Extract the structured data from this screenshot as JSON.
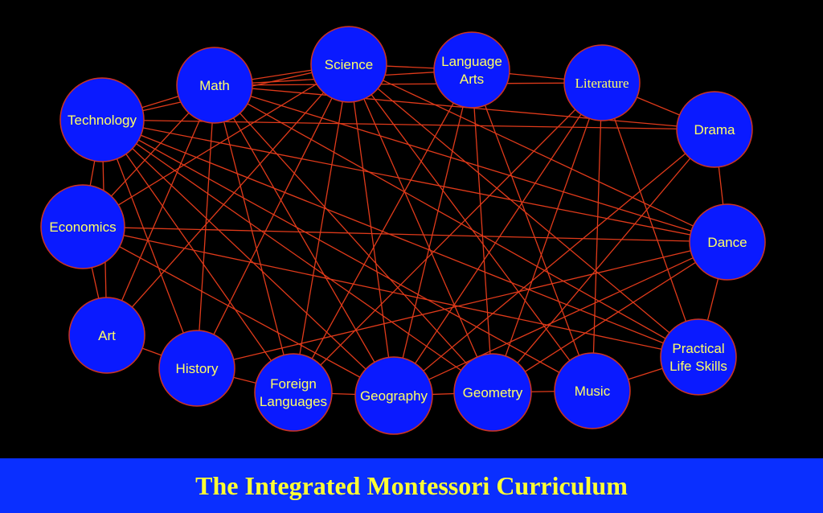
{
  "title": "The Integrated Montessori Curriculum",
  "colors": {
    "background": "#000000",
    "node_fill": "#0a1aff",
    "node_stroke": "#cc3322",
    "edge": "#e03a1a",
    "label": "#ffff66",
    "title_bar": "#0a2fff",
    "title_text": "#ffff33"
  },
  "nodes": [
    {
      "id": "technology",
      "lines": [
        "Technology"
      ]
    },
    {
      "id": "math",
      "lines": [
        "Math"
      ]
    },
    {
      "id": "science",
      "lines": [
        "Science"
      ]
    },
    {
      "id": "language-arts",
      "lines": [
        "Language",
        "Arts"
      ]
    },
    {
      "id": "literature",
      "lines": [
        "Literature"
      ],
      "serif": true
    },
    {
      "id": "drama",
      "lines": [
        "Drama"
      ]
    },
    {
      "id": "dance",
      "lines": [
        "Dance"
      ]
    },
    {
      "id": "practical-life-skills",
      "lines": [
        "Practical",
        "Life Skills"
      ]
    },
    {
      "id": "music",
      "lines": [
        "Music"
      ]
    },
    {
      "id": "geometry",
      "lines": [
        "Geometry"
      ]
    },
    {
      "id": "geography",
      "lines": [
        "Geography"
      ]
    },
    {
      "id": "foreign-languages",
      "lines": [
        "Foreign",
        "Languages"
      ]
    },
    {
      "id": "history",
      "lines": [
        "History"
      ]
    },
    {
      "id": "art",
      "lines": [
        "Art"
      ]
    },
    {
      "id": "economics",
      "lines": [
        "Economics"
      ]
    }
  ],
  "edges": [
    [
      0,
      1
    ],
    [
      1,
      2
    ],
    [
      2,
      3
    ],
    [
      3,
      4
    ],
    [
      4,
      5
    ],
    [
      5,
      6
    ],
    [
      6,
      7
    ],
    [
      7,
      8
    ],
    [
      8,
      9
    ],
    [
      9,
      10
    ],
    [
      10,
      11
    ],
    [
      11,
      12
    ],
    [
      12,
      13
    ],
    [
      13,
      14
    ],
    [
      14,
      0
    ],
    [
      0,
      10
    ],
    [
      0,
      9
    ],
    [
      0,
      7
    ],
    [
      0,
      6
    ],
    [
      0,
      5
    ],
    [
      0,
      12
    ],
    [
      0,
      11
    ],
    [
      0,
      13
    ],
    [
      0,
      8
    ],
    [
      1,
      13
    ],
    [
      1,
      12
    ],
    [
      1,
      11
    ],
    [
      1,
      10
    ],
    [
      1,
      9
    ],
    [
      1,
      5
    ],
    [
      1,
      6
    ],
    [
      1,
      7
    ],
    [
      1,
      4
    ],
    [
      1,
      14
    ],
    [
      2,
      14
    ],
    [
      2,
      13
    ],
    [
      2,
      12
    ],
    [
      2,
      11
    ],
    [
      2,
      10
    ],
    [
      2,
      9
    ],
    [
      2,
      8
    ],
    [
      2,
      7
    ],
    [
      2,
      6
    ],
    [
      2,
      0
    ],
    [
      3,
      10
    ],
    [
      3,
      9
    ],
    [
      3,
      8
    ],
    [
      3,
      1
    ],
    [
      3,
      11
    ],
    [
      4,
      10
    ],
    [
      4,
      9
    ],
    [
      4,
      8
    ],
    [
      4,
      7
    ],
    [
      4,
      11
    ],
    [
      5,
      10
    ],
    [
      5,
      9
    ],
    [
      6,
      14
    ],
    [
      6,
      10
    ],
    [
      6,
      9
    ],
    [
      6,
      12
    ],
    [
      14,
      7
    ],
    [
      14,
      10
    ]
  ]
}
